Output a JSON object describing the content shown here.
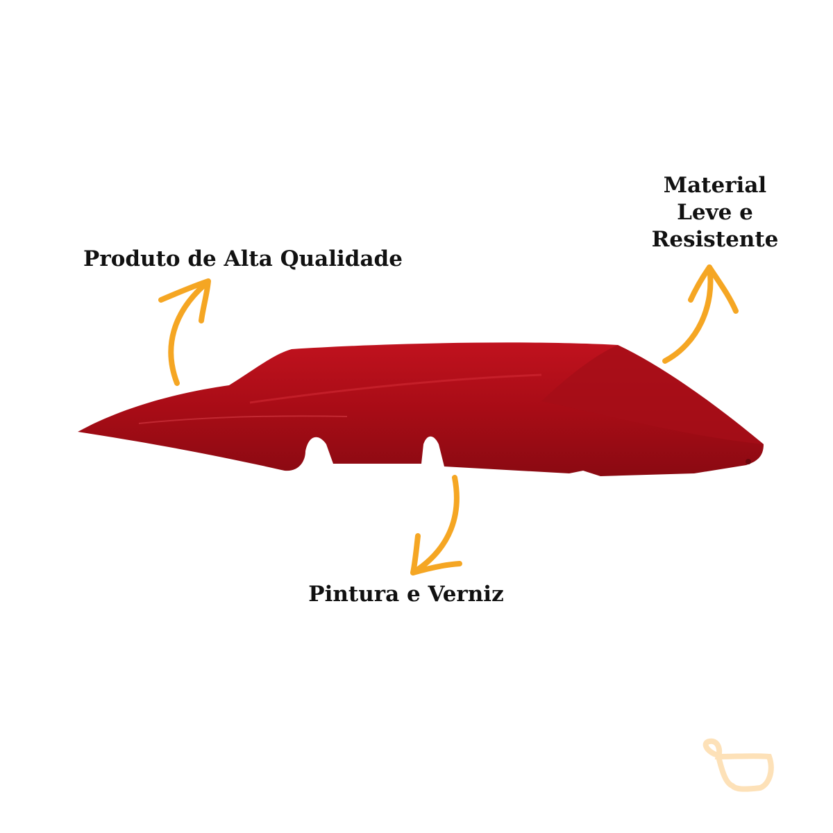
{
  "labels": {
    "quality": "Produto de Alta Qualidade",
    "material": [
      "Material",
      "Leve e",
      "Resistente"
    ],
    "paint": "Pintura e Verniz"
  },
  "colors": {
    "part": "#b0101a",
    "arrow": "#f5a623",
    "logo": "#fde1b8"
  }
}
